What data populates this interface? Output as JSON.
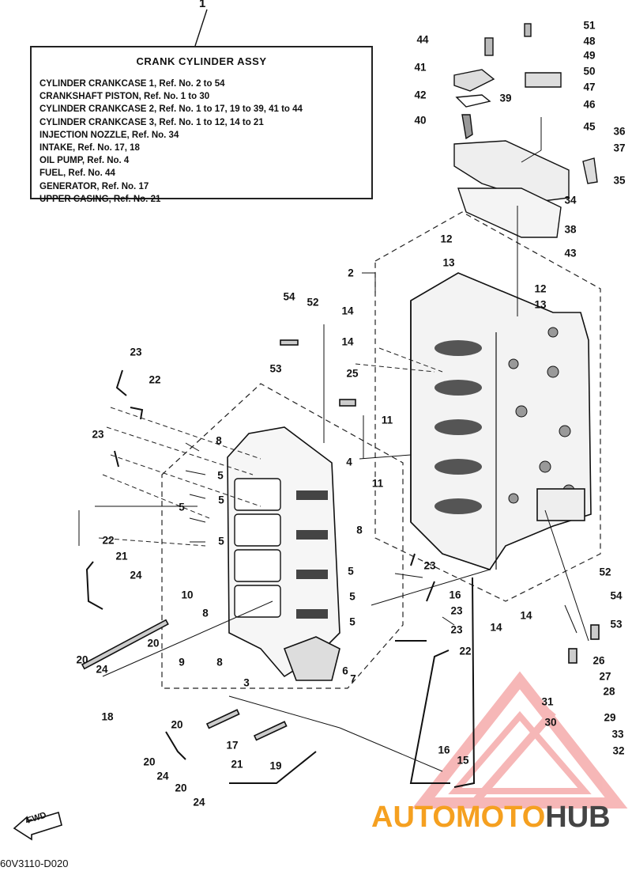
{
  "diagram": {
    "main_ref": "1",
    "legend": {
      "title": "CRANK CYLINDER ASSY",
      "lines": [
        "CYLINDER CRANKCASE 1, Ref. No. 2 to 54",
        "CRANKSHAFT PISTON,        Ref. No. 1 to 30",
        "CYLINDER CRANKCASE 2, Ref. No. 1 to 17, 19 to 39, 41 to 44",
        "CYLINDER CRANKCASE 3, Ref. No. 1 to 12, 14 to 21",
        "INJECTION NOZZLE, Ref. No. 34",
        "INTAKE,       Ref. No. 17, 18",
        "OIL PUMP, Ref. No. 4",
        "FUEL,          Ref. No. 44",
        "GENERATOR,       Ref. No. 17",
        "UPPER CASING, Ref. No. 21"
      ]
    },
    "callouts": [
      "51",
      "48",
      "49",
      "50",
      "47",
      "46",
      "45",
      "44",
      "41",
      "42",
      "40",
      "39",
      "36",
      "37",
      "35",
      "34",
      "38",
      "43",
      "12",
      "13",
      "2",
      "12",
      "13",
      "54",
      "52",
      "53",
      "14",
      "14",
      "25",
      "11",
      "4",
      "11",
      "23",
      "22",
      "23",
      "8",
      "5",
      "5",
      "5",
      "5",
      "8",
      "5",
      "23",
      "5",
      "23",
      "5",
      "23",
      "16",
      "14",
      "14",
      "22",
      "52",
      "54",
      "53",
      "26",
      "27",
      "28",
      "31",
      "29",
      "30",
      "33",
      "32",
      "22",
      "21",
      "24",
      "10",
      "8",
      "20",
      "20",
      "24",
      "9",
      "8",
      "3",
      "6",
      "7",
      "18",
      "20",
      "17",
      "19",
      "21",
      "20",
      "24",
      "20",
      "24",
      "16",
      "15"
    ],
    "drawing_code": "60V3110-D020",
    "fwd_label": "FWD",
    "watermark": {
      "part1": "AUTOMOTO",
      "part2": "HUB",
      "accent_color": "#f5a020",
      "triangle_color": "#f4a0a0"
    }
  }
}
